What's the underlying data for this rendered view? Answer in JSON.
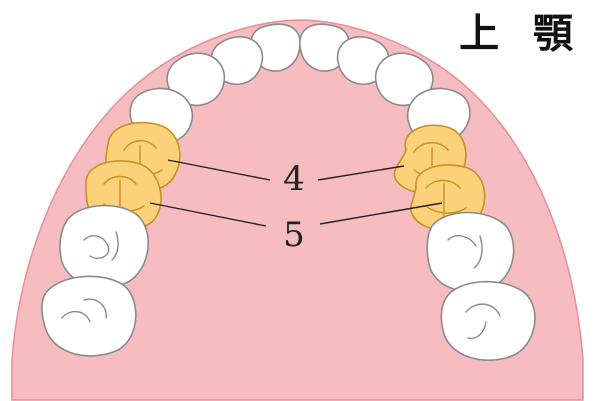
{
  "title": "上 顎",
  "labels": {
    "first_premolar": "4",
    "second_premolar": "5"
  },
  "colors": {
    "background": "#ffffff",
    "palate": "#f6bcc0",
    "gum_outline": "#e88e96",
    "tooth": "#ffffff",
    "tooth_outline": "#8a8a8a",
    "highlight_tooth": "#fbd27a",
    "highlight_outline": "#c98f22",
    "leader_line": "#222222",
    "title_text": "#111111"
  }
}
